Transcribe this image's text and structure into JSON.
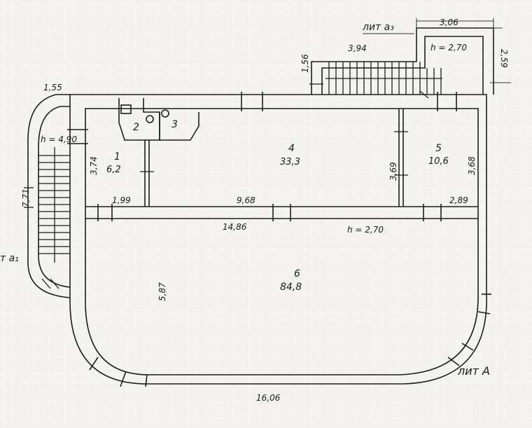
{
  "plan": {
    "lit_a3": "лит а₃",
    "lit_a1": "т а₁",
    "lit_A": "лит А",
    "heights": {
      "annex_top": "h = 2,70",
      "stair_left": "h = 4,90",
      "main": "h = 2,70"
    },
    "dimensions": {
      "d_3_06": "3,06",
      "d_3_94": "3,94",
      "d_1_56": "1,56",
      "d_2_59": "2,59",
      "d_1_55": "1,55",
      "d_7_71": "7,71",
      "d_3_74": "3,74",
      "d_3_69": "3,69",
      "d_3_68": "3,68",
      "d_1_99": "1,99",
      "d_9_68": "9,68",
      "d_2_89": "2,89",
      "d_14_86": "14,86",
      "d_5_87": "5,87",
      "d_16_06": "16,06"
    },
    "rooms": [
      {
        "number": "1",
        "area": "6,2"
      },
      {
        "number": "2",
        "area": ""
      },
      {
        "number": "3",
        "area": ""
      },
      {
        "number": "4",
        "area": "33,3"
      },
      {
        "number": "5",
        "area": "10,6"
      },
      {
        "number": "6",
        "area": "84,8"
      }
    ]
  }
}
